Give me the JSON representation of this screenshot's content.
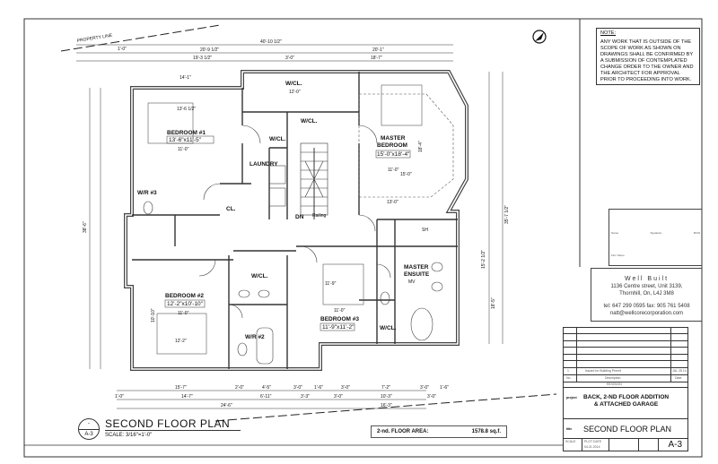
{
  "note": {
    "heading": "NOTE:",
    "text": "Any work that is outside of the scope of work as shown on drawings shall be confirmed by a submission of contemplated change order to the owner and the architect for approval prior to proceeding into work."
  },
  "certification": {
    "name_label": "Name",
    "signature_label": "Signature",
    "bcin_label": "BCIN",
    "firm_name_label": "Firm Name"
  },
  "firm": {
    "name": "Well Built",
    "address_1": "1136 Centre street, Unit 3139,",
    "address_2": "Thornhill, On, L4J 3M8",
    "phone": "tel: 647 299 0595   fax: 905 761 5408",
    "email": "natt@wellcorecorporation.com"
  },
  "title_block": {
    "revision_no": "1",
    "revision_desc": "Issued for Building Permit",
    "revision_date": "JUL 25 14",
    "col_no": "No.",
    "col_desc": "Description",
    "col_date": "Date",
    "revision_label": "REVISION",
    "project_label": "project",
    "project_line1": "BACK, 2-ND FLOOR ADDITION",
    "project_line2": "& ATTACHED  GARAGE",
    "title_label": "title",
    "title": "SECOND FLOOR PLAN",
    "scale_label": "SCALE",
    "plot_date_label": "PLOT DATE",
    "plot_date": "04.21.2014",
    "sheet": "A-3"
  },
  "drawing": {
    "title": "SECOND FLOOR PLAN",
    "scale": "SCALE: 3/16\"=1'-0\"",
    "bubble_top": "-",
    "bubble_bottom": "A-3",
    "area_label": "2-nd. FLOOR AREA:",
    "area_value": "1578.8 sq.f.",
    "property_line": "PROPERTY LINE"
  },
  "rooms": {
    "bedroom1": {
      "name": "BEDROOM #1",
      "size": "13'-6\"x11'-5\"",
      "ceiling": "11'-0\""
    },
    "master": {
      "name1": "MASTER",
      "name2": "BEDROOM",
      "size": "15'-0\"x18'-4\"",
      "ceiling": "11'-0\""
    },
    "bedroom2": {
      "name": "BEDROOM #2",
      "size": "12'-2\"x10'-10\"",
      "ceiling": "11'-0\""
    },
    "bedroom3": {
      "name": "BEDROOM #3",
      "size": "11'-9\"x11'-2\"",
      "ceiling": "11'-0\""
    },
    "laundry": "LAUNDRY",
    "wcl1": "W/CL.",
    "wcl2": "W/CL.",
    "wcl3": "W/CL.",
    "wcl4": "W/CL.",
    "wcl5": "W/CL.",
    "wr3": "W/R #3",
    "wr2": "W/R #2",
    "ensuite1": "MASTER",
    "ensuite2": "ENSUITE",
    "cl": "CL.",
    "dn": "DN",
    "mv": "MV",
    "sh": "SH",
    "railing": "Railing"
  },
  "dimensions": {
    "top_overall": "40'-10 1/2\"",
    "top_left1": "20'-9 1/2\"",
    "top_right1": "20'-1\"",
    "top_left2": "19'-3 1/2\"",
    "top_mid2": "3'-0\"",
    "top_right2": "18'-7\"",
    "top_1ft": "1'-0\"",
    "b1_width": "14'-1\"",
    "b1_inner": "13'-6 1/2\"",
    "wcl_12": "12'-0\"",
    "master_15": "15'-0\"",
    "master_13": "13'-0\"",
    "master_18": "18'-4\"",
    "right_35": "35'-7 1/2\"",
    "right_18": "18'-5\"",
    "right_15": "15'-2 1/2\"",
    "left_38": "38'-6\"",
    "b2_12": "12'-2\"",
    "b2_10": "10'-10\"",
    "b3_11": "11'-9\"",
    "bot_1": "15'-7\"",
    "bot_2": "2'-0\"",
    "bot_3": "4'-5\"",
    "bot_4": "3'-0\"",
    "bot_5": "1'-6\"",
    "bot_6": "3'-0\"",
    "bot_7": "7'-2\"",
    "bot_8": "3'-0\"",
    "bot_9": "1'-6\"",
    "bot2_1": "1'-0\"",
    "bot2_2": "14'-7\"",
    "bot2_3": "6'-11\"",
    "bot2_4": "3'-3\"",
    "bot2_5": "3'-0\"",
    "bot2_6": "10'-3\"",
    "bot2_7": "3'-0\"",
    "bot3_1": "24'-6\"",
    "bot3_2": "16'-3\""
  }
}
